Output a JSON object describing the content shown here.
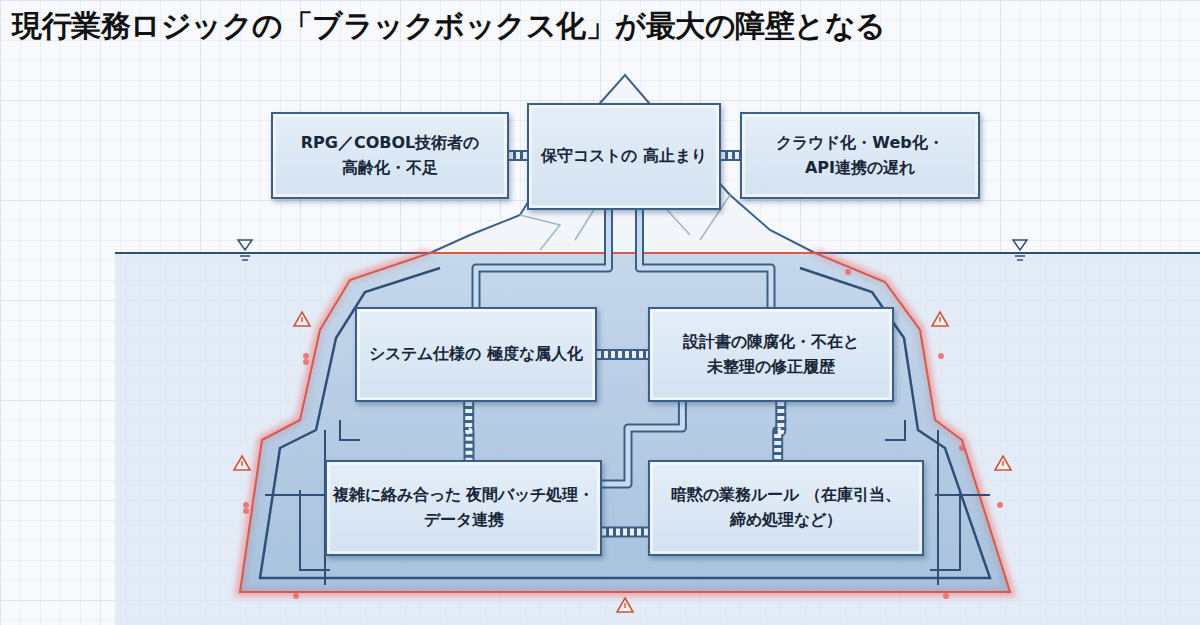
{
  "diagram": {
    "title": "現行業務ロジックの「ブラックボックス化」が最大の障壁となる",
    "nodes": [
      {
        "text": [
          "RPG／COBOL技術者の 高齢化・不足"
        ]
      },
      {
        "text": [
          "保守コストの 高止まり"
        ]
      },
      {
        "text": [
          "クラウド化・Web化・ API連携の遅れ"
        ]
      },
      {
        "text": [
          "システム仕様の 極度な属人化"
        ]
      },
      {
        "text": [
          "設計書の陳腐化・不在と 未整理の修正履歴"
        ]
      },
      {
        "text": [
          "複雑に絡み合った 夜間バッチ処理・データ連携"
        ]
      },
      {
        "text": [
          "暗黙の業務ルール （在庫引当、締め処理など）"
        ]
      }
    ],
    "edges": [
      {
        "from": 0,
        "to": 1,
        "arrow": "none"
      },
      {
        "from": 1,
        "to": 2,
        "arrow": "none"
      },
      {
        "from": 1,
        "to": 3,
        "arrow": "none"
      },
      {
        "from": 1,
        "to": 4,
        "arrow": "none"
      },
      {
        "from": 3,
        "to": 4,
        "arrow": "none"
      },
      {
        "from": 3,
        "to": 5,
        "arrow": "none"
      },
      {
        "from": 4,
        "to": 6,
        "arrow": "none"
      },
      {
        "from": 4,
        "to": 5,
        "arrow": "none"
      },
      {
        "from": 5,
        "to": 6,
        "arrow": "none"
      }
    ]
  }
}
